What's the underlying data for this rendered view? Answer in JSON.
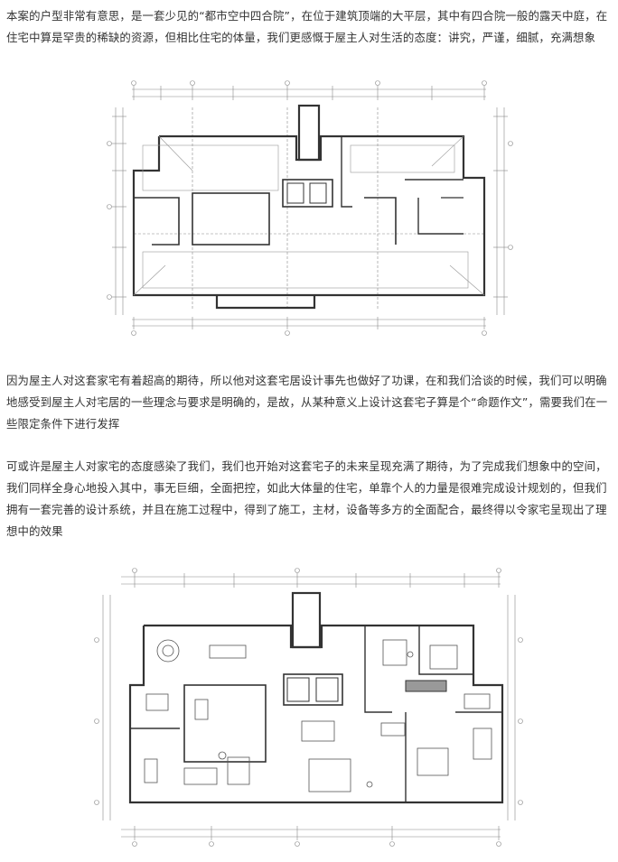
{
  "article": {
    "paragraph1": "本案的户型非常有意思，是一套少见的“都市空中四合院”，在位于建筑顶端的大平层，其中有四合院一般的露天中庭，在住宅中算是罕贵的稀缺的资源，但相比住宅的体量，我们更感慨于屋主人对生活的态度：讲究，严谨，细腻，充满想象",
    "paragraph2": "因为屋主人对这套家宅有着超高的期待，所以他对这套宅居设计事先也做好了功课，在和我们洽谈的时候，我们可以明确地感受到屋主人对宅居的一些理念与要求是明确的，是故，从某种意义上设计这套宅子算是个“命题作文”，需要我们在一些限定条件下进行发挥",
    "paragraph3": "可或许是屋主人对家宅的态度感染了我们，我们也开始对这套宅子的未来呈现充满了期待，为了完成我们想象中的空间，我们同样全身心地投入其中，事无巨细，全面把控，如此大体量的住宅，单靠个人的力量是很难完成设计规划的，但我们拥有一套完善的设计系统，并且在施工过程中，得到了施工，主材，设备等多方的全面配合，最终得以令家宅呈现出了理想中的效果"
  },
  "figures": {
    "plan_original": "original-floor-plan",
    "plan_furnished": "furnished-floor-plan"
  }
}
